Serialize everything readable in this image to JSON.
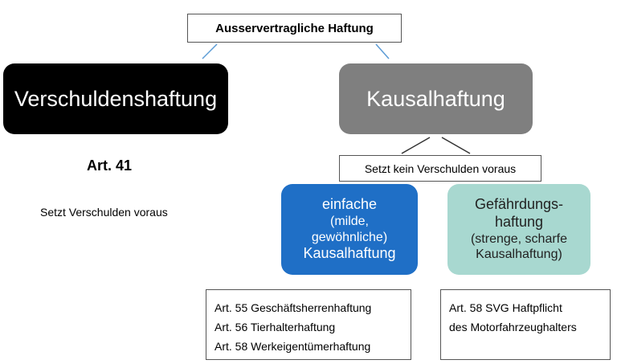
{
  "root": {
    "label": "Ausservertragliche Haftung"
  },
  "verschuldenshaftung": {
    "label": "Verschuldenshaftung",
    "article": "Art. 41",
    "note": "Setzt Verschulden voraus",
    "color": "#000000"
  },
  "kausalhaftung": {
    "label": "Kausalhaftung",
    "note": "Setzt kein Verschulden voraus",
    "color": "#7f7f7f"
  },
  "einfache": {
    "line1": "einfache",
    "line2": "(milde,",
    "line3": "gewöhnliche)",
    "line4": "Kausalhaftung",
    "color": "#1f6fc6"
  },
  "gefaehrdung": {
    "line1": "Gefährdungs-",
    "line2": "haftung",
    "line3": "(strenge, scharfe",
    "line4": "Kausalhaftung)",
    "color": "#a8d8d0"
  },
  "einfache_articles": [
    "Art. 55 Geschäftsherrenhaftung",
    "Art. 56 Tierhalterhaftung",
    "Art. 58 Werkeigentümerhaftung"
  ],
  "gefaehrdung_articles": [
    "Art. 58 SVG Haftpflicht",
    "des Motorfahrzeughalters"
  ],
  "connector_color": "#5b9bd5"
}
